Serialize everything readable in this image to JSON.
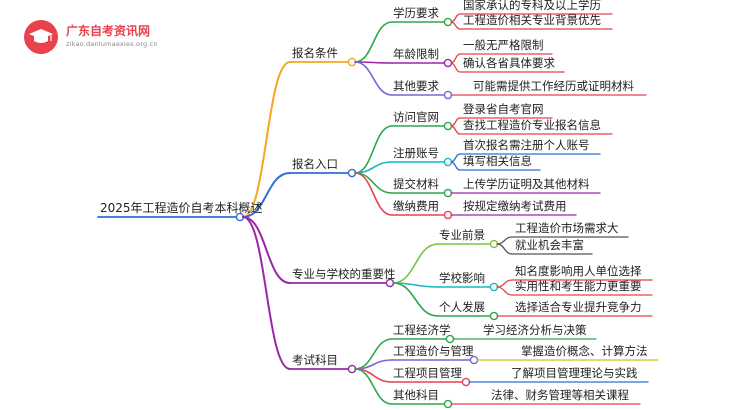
{
  "logo": {
    "name": "广东自考资讯网",
    "domain": "zikao.danlumaexies.org.cn",
    "brand_color": "#e8424c"
  },
  "root": "2025年工程造价自考本科概述",
  "branches": [
    {
      "label": "报名条件",
      "color": "#f5a623",
      "children": [
        {
          "label": "学历要求",
          "color": "#2aa84a",
          "leaves": [
            {
              "label": "国家承认的专科及以上学历",
              "color": "#e8424c"
            },
            {
              "label": "工程造价相关专业背景优先",
              "color": "#e8424c"
            }
          ]
        },
        {
          "label": "年龄限制",
          "color": "#9b27a8",
          "leaves": [
            {
              "label": "一般无严格限制",
              "color": "#e8424c"
            },
            {
              "label": "确认各省具体要求",
              "color": "#e8424c"
            }
          ]
        },
        {
          "label": "其他要求",
          "color": "#7a63d6",
          "leaves": [
            {
              "label": "可能需提供工作经历或证明材料",
              "color": "#e8424c"
            }
          ]
        }
      ]
    },
    {
      "label": "报名入口",
      "color": "#2f6fd8",
      "children": [
        {
          "label": "访问官网",
          "color": "#2aa84a",
          "leaves": [
            {
              "label": "登录省自考官网",
              "color": "#e8424c"
            },
            {
              "label": "查找工程造价专业报名信息",
              "color": "#e8424c"
            }
          ]
        },
        {
          "label": "注册账号",
          "color": "#17b8c4",
          "leaves": [
            {
              "label": "首次报名需注册个人账号",
              "color": "#2f6fd8"
            },
            {
              "label": "填写相关信息",
              "color": "#2f6fd8"
            }
          ]
        },
        {
          "label": "提交材料",
          "color": "#2aa84a",
          "leaves": [
            {
              "label": "上传学历证明及其他材料",
              "color": "#9b27a8"
            }
          ]
        },
        {
          "label": "缴纳费用",
          "color": "#e8424c",
          "leaves": [
            {
              "label": "按规定缴纳考试费用",
              "color": "#9b27a8"
            }
          ]
        }
      ]
    },
    {
      "label": "专业与学校的重要性",
      "color": "#9b27a8",
      "children": [
        {
          "label": "专业前景",
          "color": "#7fc241",
          "leaves": [
            {
              "label": "工程造价市场需求大",
              "color": "#555555"
            },
            {
              "label": "就业机会丰富",
              "color": "#555555"
            }
          ]
        },
        {
          "label": "学校影响",
          "color": "#17b8c4",
          "leaves": [
            {
              "label": "知名度影响用人单位选择",
              "color": "#e8424c"
            },
            {
              "label": "实用性和考生能力更重要",
              "color": "#e8424c"
            }
          ]
        },
        {
          "label": "个人发展",
          "color": "#2aa84a",
          "leaves": [
            {
              "label": "选择适合专业提升竞争力",
              "color": "#e8424c"
            }
          ]
        }
      ]
    },
    {
      "label": "考试科目",
      "color": "#9b27a8",
      "children": [
        {
          "label": "工程经济学",
          "color": "#2aa84a",
          "leaves": [
            {
              "label": "学习经济分析与决策",
              "color": "#2aa84a"
            }
          ]
        },
        {
          "label": "工程造价与管理",
          "color": "#7a63d6",
          "leaves": [
            {
              "label": "掌握造价概念、计算方法",
              "color": "#c8c81a"
            }
          ]
        },
        {
          "label": "工程项目管理",
          "color": "#e8424c",
          "leaves": [
            {
              "label": "了解项目管理理论与实践",
              "color": "#2f6fd8"
            }
          ]
        },
        {
          "label": "其他科目",
          "color": "#2aa84a",
          "leaves": [
            {
              "label": "法律、财务管理等相关课程",
              "color": "#e8424c"
            }
          ]
        }
      ]
    }
  ]
}
